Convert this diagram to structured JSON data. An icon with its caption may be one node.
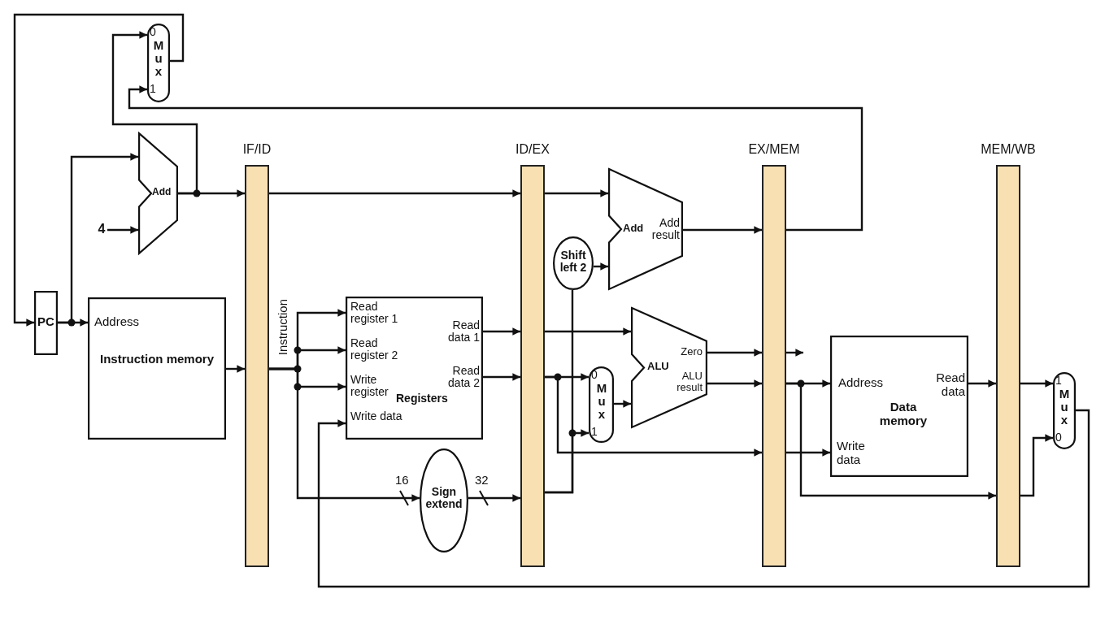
{
  "diagram": {
    "nodes": [
      {
        "text": [
          "0",
          "Mux",
          "1"
        ]
      },
      {
        "text": [
          "Add"
        ]
      },
      {
        "text": [
          "IF/ID"
        ]
      },
      {
        "text": [
          "ID/EX"
        ]
      },
      {
        "text": [
          "EX/MEM"
        ]
      },
      {
        "text": [
          "MEM/WB"
        ]
      },
      {
        "text": [
          "PC"
        ]
      },
      {
        "text": [
          "Address",
          "Instruction memory"
        ]
      },
      {
        "text": [
          "Read register 1",
          "Read register 2",
          "Write register",
          "Write data",
          "Registers",
          "Read data 1",
          "Read data 2"
        ]
      },
      {
        "text": [
          "Sign extend"
        ]
      },
      {
        "text": [
          "Shift left 2"
        ]
      },
      {
        "text": [
          "Add",
          "Add result"
        ]
      },
      {
        "text": [
          "ALU",
          "Zero",
          "ALU result"
        ]
      },
      {
        "text": [
          "0",
          "Mux",
          "1"
        ]
      },
      {
        "text": [
          "Address",
          "Read data",
          "Data memory",
          "Write data"
        ]
      },
      {
        "text": [
          "1",
          "Mux",
          "0"
        ]
      },
      {
        "text": [
          "4"
        ]
      }
    ],
    "edges": [
      {
        "from": 0,
        "to": 6,
        "arrow": "to"
      },
      {
        "from": 6,
        "to": 7,
        "arrow": "to"
      },
      {
        "from": 6,
        "to": 1,
        "arrow": "to"
      },
      {
        "from": 16,
        "to": 1,
        "arrow": "to"
      },
      {
        "from": 1,
        "to": 2,
        "arrow": "to"
      },
      {
        "from": 1,
        "to": 0,
        "arrow": "to"
      },
      {
        "from": 2,
        "to": 3,
        "arrow": "to"
      },
      {
        "from": 3,
        "to": 11,
        "arrow": "to"
      },
      {
        "from": 10,
        "to": 11,
        "arrow": "to"
      },
      {
        "from": 11,
        "to": 4,
        "arrow": "to"
      },
      {
        "from": 4,
        "to": 0,
        "arrow": "to"
      },
      {
        "from": 7,
        "to": 2,
        "arrow": "to"
      },
      {
        "from": 2,
        "to": 8,
        "arrow": "to"
      },
      {
        "from": 2,
        "to": 8,
        "arrow": "to"
      },
      {
        "from": 2,
        "to": 8,
        "arrow": "to"
      },
      {
        "from": 2,
        "to": 9,
        "arrow": "to"
      },
      {
        "from": 15,
        "to": 8,
        "arrow": "to"
      },
      {
        "from": 8,
        "to": 3,
        "arrow": "to"
      },
      {
        "from": 8,
        "to": 3,
        "arrow": "to"
      },
      {
        "from": 9,
        "to": 3,
        "arrow": "to"
      },
      {
        "from": 3,
        "to": 10,
        "arrow": "none"
      },
      {
        "from": 3,
        "to": 13,
        "arrow": "to"
      },
      {
        "from": 3,
        "to": 12,
        "arrow": "to"
      },
      {
        "from": 3,
        "to": 13,
        "arrow": "to"
      },
      {
        "from": 3,
        "to": 4,
        "arrow": "to"
      },
      {
        "from": 13,
        "to": 12,
        "arrow": "to"
      },
      {
        "from": 12,
        "to": 4,
        "arrow": "to"
      },
      {
        "from": 12,
        "to": 4,
        "arrow": "to"
      },
      {
        "from": 4,
        "to": null,
        "arrow": "to"
      },
      {
        "from": 4,
        "to": 14,
        "arrow": "to"
      },
      {
        "from": 4,
        "to": 14,
        "arrow": "to"
      },
      {
        "from": 4,
        "to": 5,
        "arrow": "to"
      },
      {
        "from": 14,
        "to": 5,
        "arrow": "to"
      },
      {
        "from": 5,
        "to": 15,
        "arrow": "to"
      },
      {
        "from": 5,
        "to": 15,
        "arrow": "to"
      }
    ],
    "labels": [
      "Instruction",
      "16",
      "32"
    ]
  }
}
